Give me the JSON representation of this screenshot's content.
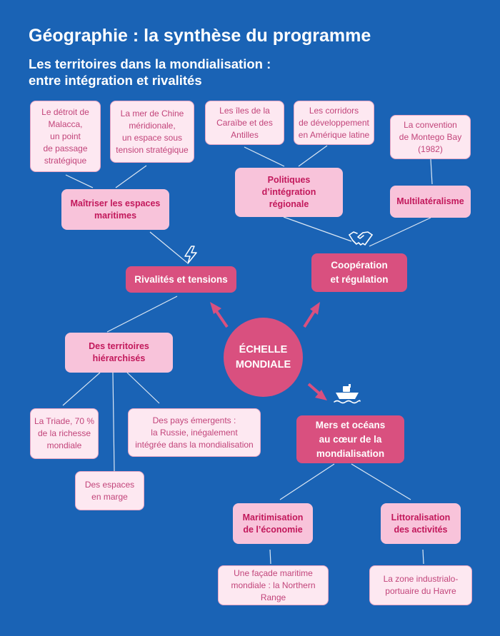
{
  "header": {
    "title": "Géographie : la synthèse du programme",
    "subtitle": "Les territoires dans la mondialisation :\nentre intégration et rivalités"
  },
  "colors": {
    "background": "#1a63b5",
    "main_node": "#d9507f",
    "mid_node": "#f8c3da",
    "leaf_node": "#fde8f1",
    "pink_text": "#c2185b"
  },
  "center": {
    "label": "ÉCHELLE\nMONDIALE"
  },
  "rivalites": {
    "label": "Rivalités et tensions",
    "maritimes": {
      "label": "Maîtriser les espaces\nmaritimes"
    },
    "malacca": {
      "label": "Le détroit de\nMalacca,\nun point\nde passage\nstratégique"
    },
    "chine": {
      "label": "La mer de Chine\nméridionale,\nun espace sous\ntension stratégique"
    },
    "hierarchises": {
      "label": "Des territoires\nhiérarchisés"
    },
    "triade": {
      "label": "La Triade, 70 %\nde la richesse\nmondiale"
    },
    "marge": {
      "label": "Des espaces\nen marge"
    },
    "emergents": {
      "label": "Des pays émergents :\nla Russie, inégalement\nintégrée dans la mondialisation"
    }
  },
  "cooperation": {
    "label": "Coopération\net régulation",
    "politiques": {
      "label": "Politiques\nd’intégration\nrégionale"
    },
    "caraibe": {
      "label": "Les îles de la\nCaraïbe et des\nAntilles"
    },
    "corridors": {
      "label": "Les corridors\nde développement\nen Amérique latine"
    },
    "multilateralisme": {
      "label": "Multilatéralisme"
    },
    "montego": {
      "label": "La convention\nde Montego Bay\n(1982)"
    }
  },
  "mers": {
    "label": "Mers et océans\nau cœur de la\nmondialisation",
    "maritimisation": {
      "label": "Maritimisation\nde l’économie"
    },
    "northern": {
      "label": "Une façade maritime\nmondiale : la Northern\nRange"
    },
    "littoralisation": {
      "label": "Littoralisation\ndes activités"
    },
    "havre": {
      "label": "La zone industrialo-\nportuaire du Havre"
    }
  },
  "icons": [
    "lightning-icon",
    "handshake-icon",
    "ship-icon"
  ]
}
